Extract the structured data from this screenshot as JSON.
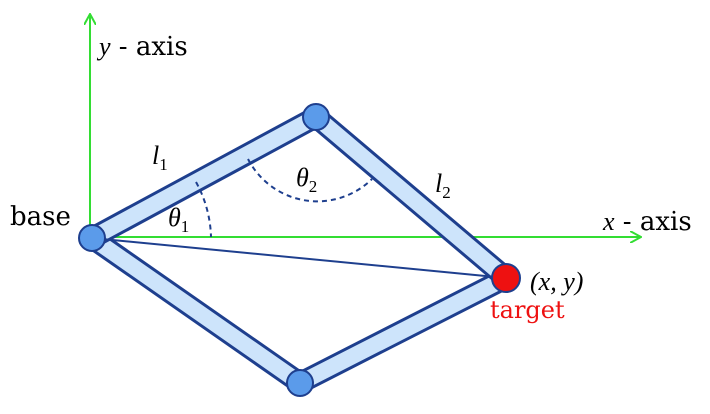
{
  "axes": {
    "y_var": "y",
    "y_suffix": " - axis",
    "x_var": "x",
    "x_suffix": " - axis"
  },
  "labels": {
    "base": "base",
    "target": "target",
    "target_coord": "(x, y)",
    "link1_sym": "l",
    "link1_sub": "1",
    "link2_sym": "l",
    "link2_sub": "2",
    "angle1_sym": "θ",
    "angle1_sub": "1",
    "angle2_sym": "θ",
    "angle2_sub": "2"
  },
  "colors": {
    "axis": "#33dd33",
    "link_fill": "#cde4fb",
    "link_border": "#1e3f8e",
    "joint": "#5b9bea",
    "target": "#ee1111",
    "target_label": "#ee1111",
    "angle_arc": "#1e3f8e"
  }
}
